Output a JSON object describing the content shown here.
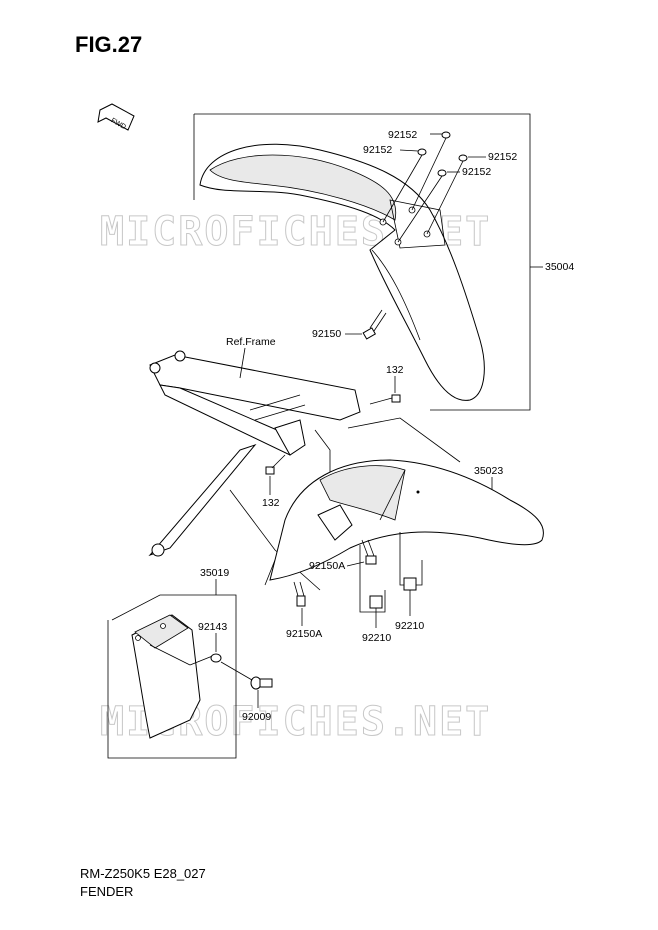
{
  "figure": {
    "title": "FIG.27",
    "code": "RM-Z250K5 E28_027",
    "name": "FENDER"
  },
  "watermark": "MICROFICHES.NET",
  "fwd_label": "FWD",
  "ref_frame": "Ref.Frame",
  "parts": {
    "p92152_a": "92152",
    "p92152_b": "92152",
    "p92152_c": "92152",
    "p92152_d": "92152",
    "p35004": "35004",
    "p92150": "92150",
    "p132_a": "132",
    "p132_b": "132",
    "p35023": "35023",
    "p92150A_a": "92150A",
    "p92150A_b": "92150A",
    "p92210_a": "92210",
    "p92210_b": "92210",
    "p35019": "35019",
    "p92143": "92143",
    "p92009": "92009"
  }
}
